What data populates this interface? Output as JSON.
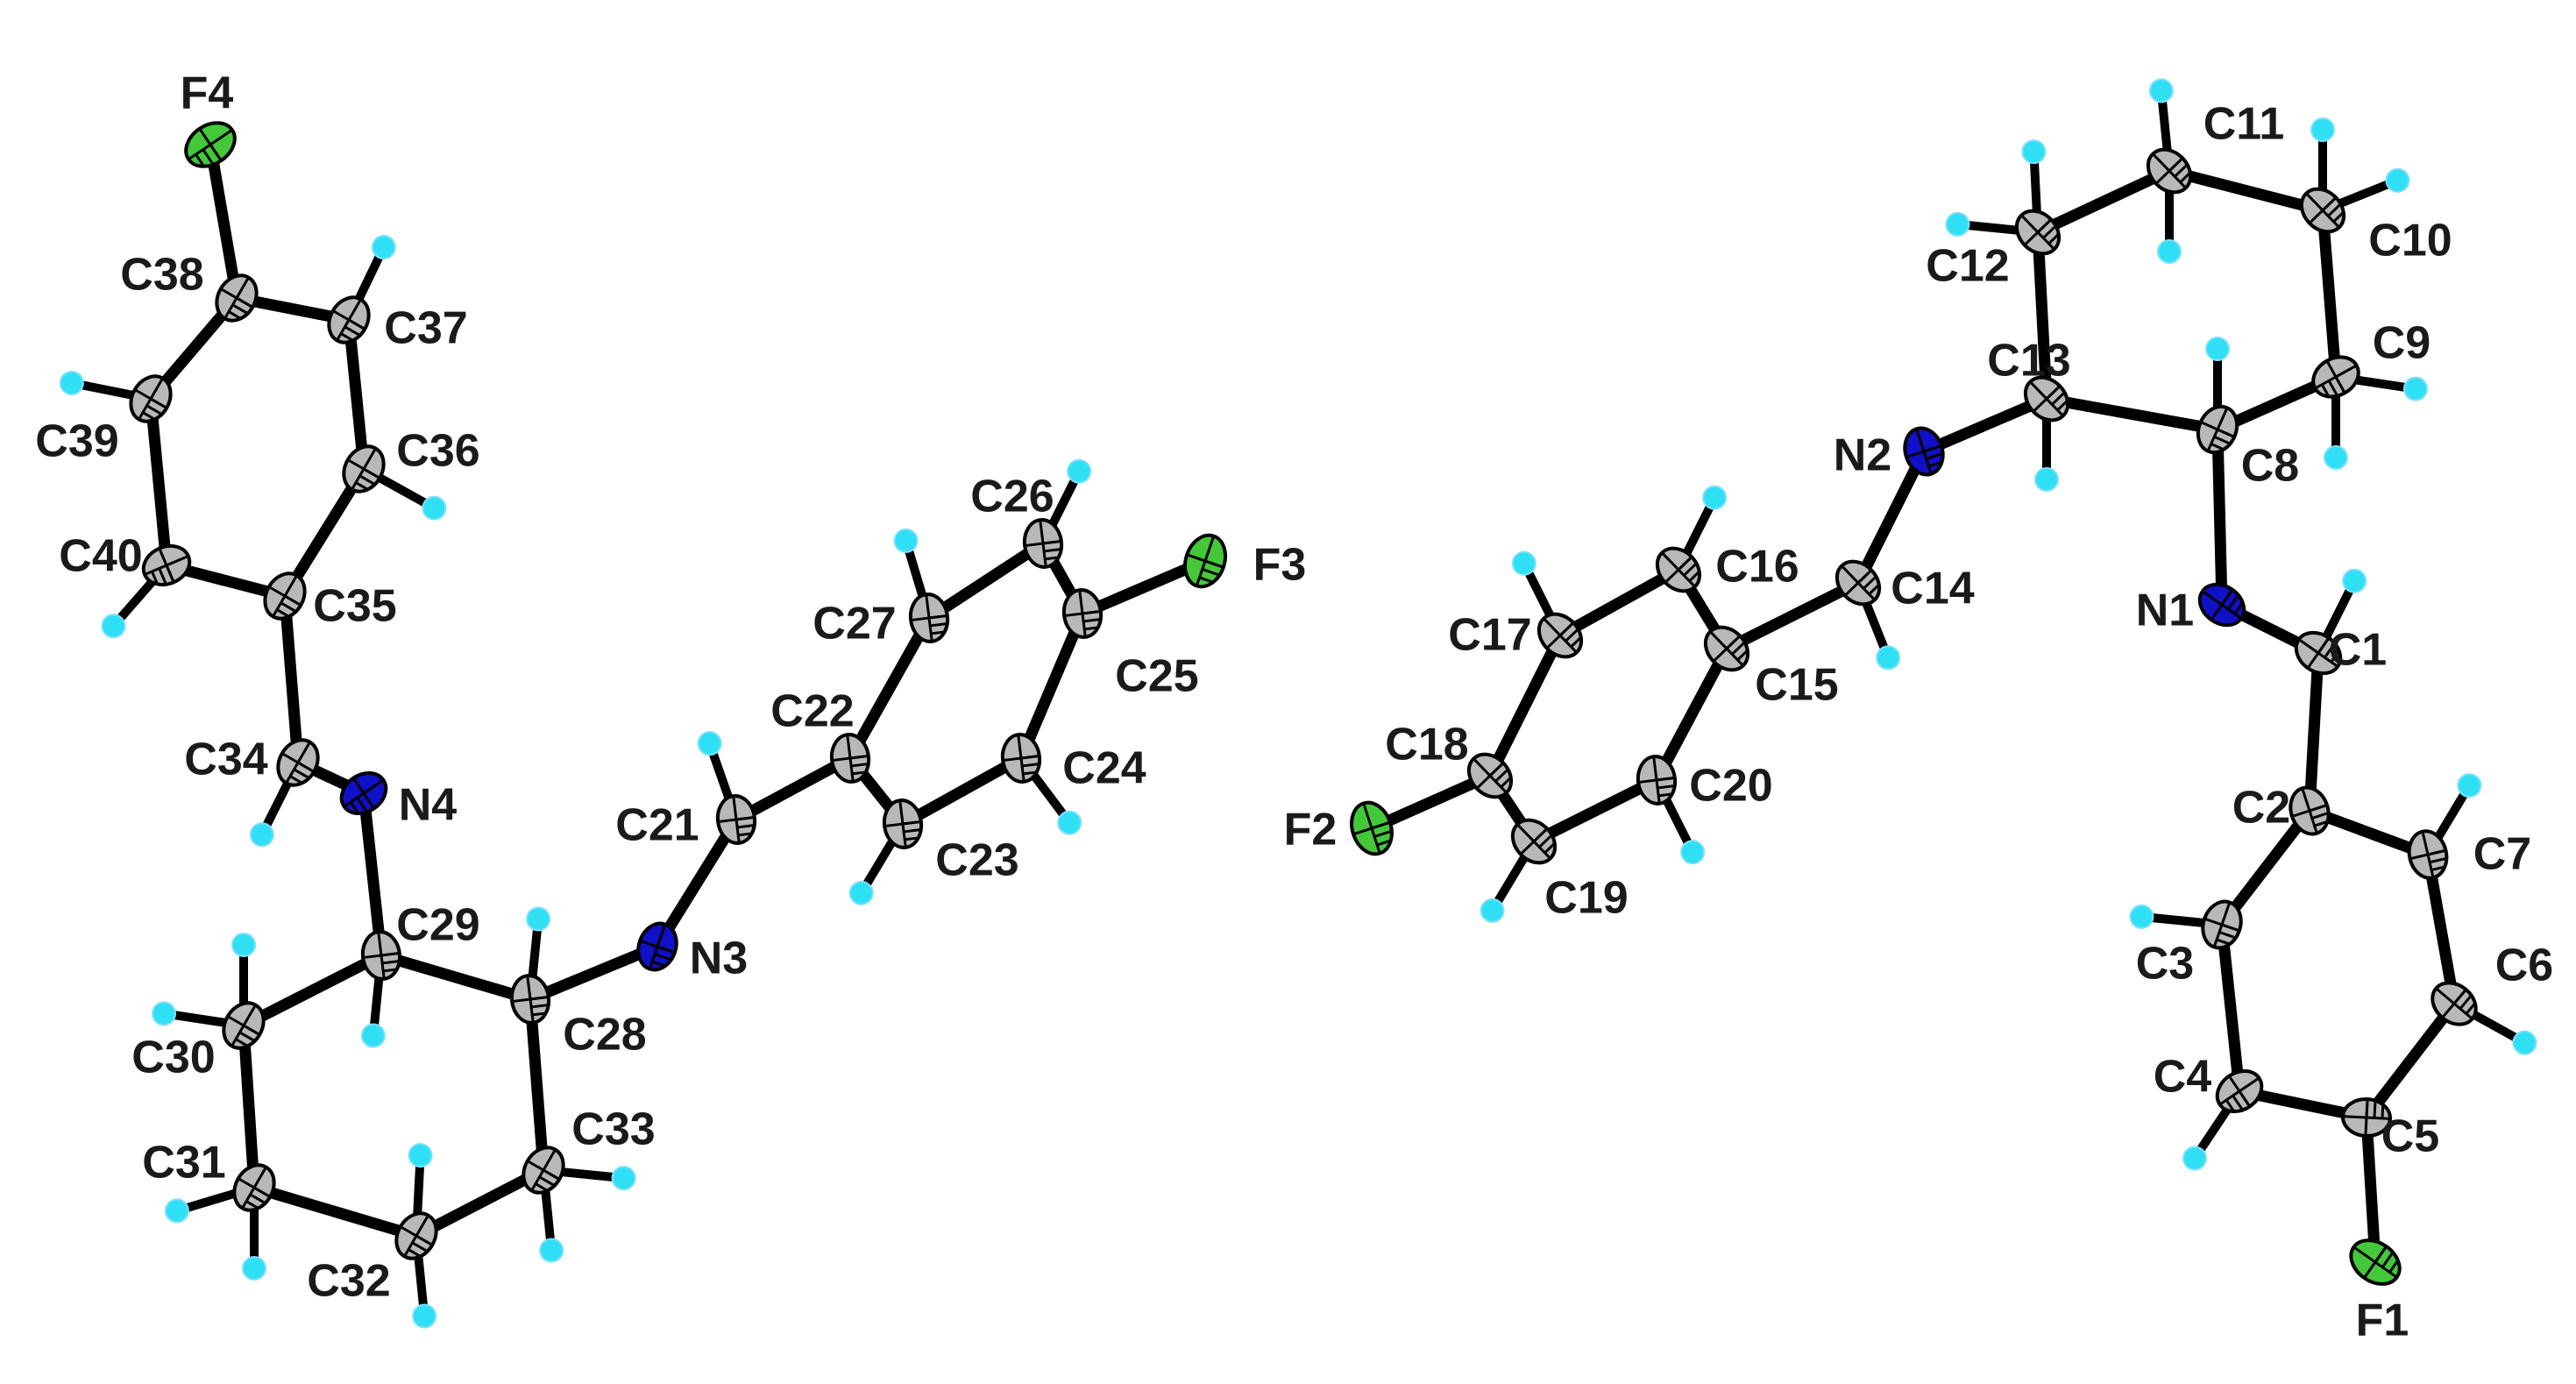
{
  "colors": {
    "carbon": "#b8b8b8",
    "nitrogen": "#1010c8",
    "fluorine": "#44c83a",
    "hydrogen": "#2fe0f4",
    "bond": "#000000",
    "label": "#1a1a1a"
  },
  "atoms": [
    {
      "id": "F4",
      "el": "F",
      "label": "F4"
    },
    {
      "id": "C38",
      "el": "C",
      "label": "C38"
    },
    {
      "id": "C37",
      "el": "C",
      "label": "C37"
    },
    {
      "id": "C39",
      "el": "C",
      "label": "C39"
    },
    {
      "id": "C36",
      "el": "C",
      "label": "C36"
    },
    {
      "id": "C40",
      "el": "C",
      "label": "C40"
    },
    {
      "id": "C35",
      "el": "C",
      "label": "C35"
    },
    {
      "id": "C34",
      "el": "C",
      "label": "C34"
    },
    {
      "id": "N4",
      "el": "N",
      "label": "N4"
    },
    {
      "id": "C29",
      "el": "C",
      "label": "C29"
    },
    {
      "id": "C30",
      "el": "C",
      "label": "C30"
    },
    {
      "id": "C28",
      "el": "C",
      "label": "C28"
    },
    {
      "id": "C31",
      "el": "C",
      "label": "C31"
    },
    {
      "id": "C32",
      "el": "C",
      "label": "C32"
    },
    {
      "id": "C33",
      "el": "C",
      "label": "C33"
    },
    {
      "id": "N3",
      "el": "N",
      "label": "N3"
    },
    {
      "id": "C21",
      "el": "C",
      "label": "C21"
    },
    {
      "id": "C22",
      "el": "C",
      "label": "C22"
    },
    {
      "id": "C27",
      "el": "C",
      "label": "C27"
    },
    {
      "id": "C26",
      "el": "C",
      "label": "C26"
    },
    {
      "id": "C25",
      "el": "C",
      "label": "C25"
    },
    {
      "id": "F3",
      "el": "F",
      "label": "F3"
    },
    {
      "id": "C24",
      "el": "C",
      "label": "C24"
    },
    {
      "id": "C23",
      "el": "C",
      "label": "C23"
    },
    {
      "id": "C11",
      "el": "C",
      "label": "C11"
    },
    {
      "id": "C12",
      "el": "C",
      "label": "C12"
    },
    {
      "id": "C10",
      "el": "C",
      "label": "C10"
    },
    {
      "id": "C13",
      "el": "C",
      "label": "C13"
    },
    {
      "id": "C9",
      "el": "C",
      "label": "C9"
    },
    {
      "id": "C8",
      "el": "C",
      "label": "C8"
    },
    {
      "id": "N2",
      "el": "N",
      "label": "N2"
    },
    {
      "id": "N1",
      "el": "N",
      "label": "N1"
    },
    {
      "id": "C1",
      "el": "C",
      "label": "C1"
    },
    {
      "id": "C14",
      "el": "C",
      "label": "C14"
    },
    {
      "id": "C16",
      "el": "C",
      "label": "C16"
    },
    {
      "id": "C15",
      "el": "C",
      "label": "C15"
    },
    {
      "id": "C17",
      "el": "C",
      "label": "C17"
    },
    {
      "id": "C18",
      "el": "C",
      "label": "C18"
    },
    {
      "id": "F2",
      "el": "F",
      "label": "F2"
    },
    {
      "id": "C19",
      "el": "C",
      "label": "C19"
    },
    {
      "id": "C20",
      "el": "C",
      "label": "C20"
    },
    {
      "id": "C2",
      "el": "C",
      "label": "C2"
    },
    {
      "id": "C7",
      "el": "C",
      "label": "C7"
    },
    {
      "id": "C3",
      "el": "C",
      "label": "C3"
    },
    {
      "id": "C6",
      "el": "C",
      "label": "C6"
    },
    {
      "id": "C4",
      "el": "C",
      "label": "C4"
    },
    {
      "id": "C5",
      "el": "C",
      "label": "C5"
    },
    {
      "id": "F1",
      "el": "F",
      "label": "F1"
    }
  ],
  "bonds": [
    [
      "F4",
      "C38"
    ],
    [
      "C38",
      "C37"
    ],
    [
      "C38",
      "C39"
    ],
    [
      "C37",
      "C36"
    ],
    [
      "C39",
      "C40"
    ],
    [
      "C36",
      "C35"
    ],
    [
      "C40",
      "C35"
    ],
    [
      "C35",
      "C34"
    ],
    [
      "C34",
      "N4"
    ],
    [
      "N4",
      "C29"
    ],
    [
      "C29",
      "C30"
    ],
    [
      "C29",
      "C28"
    ],
    [
      "C30",
      "C31"
    ],
    [
      "C31",
      "C32"
    ],
    [
      "C32",
      "C33"
    ],
    [
      "C33",
      "C28"
    ],
    [
      "C28",
      "N3"
    ],
    [
      "N3",
      "C21"
    ],
    [
      "C21",
      "C22"
    ],
    [
      "C22",
      "C27"
    ],
    [
      "C27",
      "C26"
    ],
    [
      "C26",
      "C25"
    ],
    [
      "C25",
      "F3"
    ],
    [
      "C25",
      "C24"
    ],
    [
      "C24",
      "C23"
    ],
    [
      "C23",
      "C22"
    ],
    [
      "C11",
      "C12"
    ],
    [
      "C11",
      "C10"
    ],
    [
      "C12",
      "C13"
    ],
    [
      "C10",
      "C9"
    ],
    [
      "C9",
      "C8"
    ],
    [
      "C8",
      "C13"
    ],
    [
      "C13",
      "N2"
    ],
    [
      "C8",
      "N1"
    ],
    [
      "N1",
      "C1"
    ],
    [
      "C1",
      "C2"
    ],
    [
      "N2",
      "C14"
    ],
    [
      "C14",
      "C15"
    ],
    [
      "C15",
      "C16"
    ],
    [
      "C16",
      "C17"
    ],
    [
      "C17",
      "C18"
    ],
    [
      "C18",
      "F2"
    ],
    [
      "C18",
      "C19"
    ],
    [
      "C19",
      "C20"
    ],
    [
      "C20",
      "C15"
    ],
    [
      "C2",
      "C7"
    ],
    [
      "C2",
      "C3"
    ],
    [
      "C7",
      "C6"
    ],
    [
      "C3",
      "C4"
    ],
    [
      "C6",
      "C5"
    ],
    [
      "C4",
      "C5"
    ],
    [
      "C5",
      "F1"
    ]
  ],
  "hydrogens": [
    {
      "parent": "C37",
      "n": 1
    },
    {
      "parent": "C39",
      "n": 1
    },
    {
      "parent": "C36",
      "n": 1
    },
    {
      "parent": "C40",
      "n": 1
    },
    {
      "parent": "C34",
      "n": 1
    },
    {
      "parent": "C29",
      "n": 1
    },
    {
      "parent": "C30",
      "n": 2
    },
    {
      "parent": "C28",
      "n": 1
    },
    {
      "parent": "C31",
      "n": 2
    },
    {
      "parent": "C32",
      "n": 2
    },
    {
      "parent": "C33",
      "n": 2
    },
    {
      "parent": "C21",
      "n": 1
    },
    {
      "parent": "C27",
      "n": 1
    },
    {
      "parent": "C26",
      "n": 1
    },
    {
      "parent": "C24",
      "n": 1
    },
    {
      "parent": "C23",
      "n": 1
    },
    {
      "parent": "C11",
      "n": 2
    },
    {
      "parent": "C12",
      "n": 2
    },
    {
      "parent": "C10",
      "n": 2
    },
    {
      "parent": "C13",
      "n": 1
    },
    {
      "parent": "C9",
      "n": 2
    },
    {
      "parent": "C8",
      "n": 1
    },
    {
      "parent": "C1",
      "n": 1
    },
    {
      "parent": "C14",
      "n": 1
    },
    {
      "parent": "C16",
      "n": 1
    },
    {
      "parent": "C17",
      "n": 1
    },
    {
      "parent": "C19",
      "n": 1
    },
    {
      "parent": "C20",
      "n": 1
    },
    {
      "parent": "C7",
      "n": 1
    },
    {
      "parent": "C3",
      "n": 1
    },
    {
      "parent": "C6",
      "n": 1
    },
    {
      "parent": "C4",
      "n": 1
    }
  ]
}
